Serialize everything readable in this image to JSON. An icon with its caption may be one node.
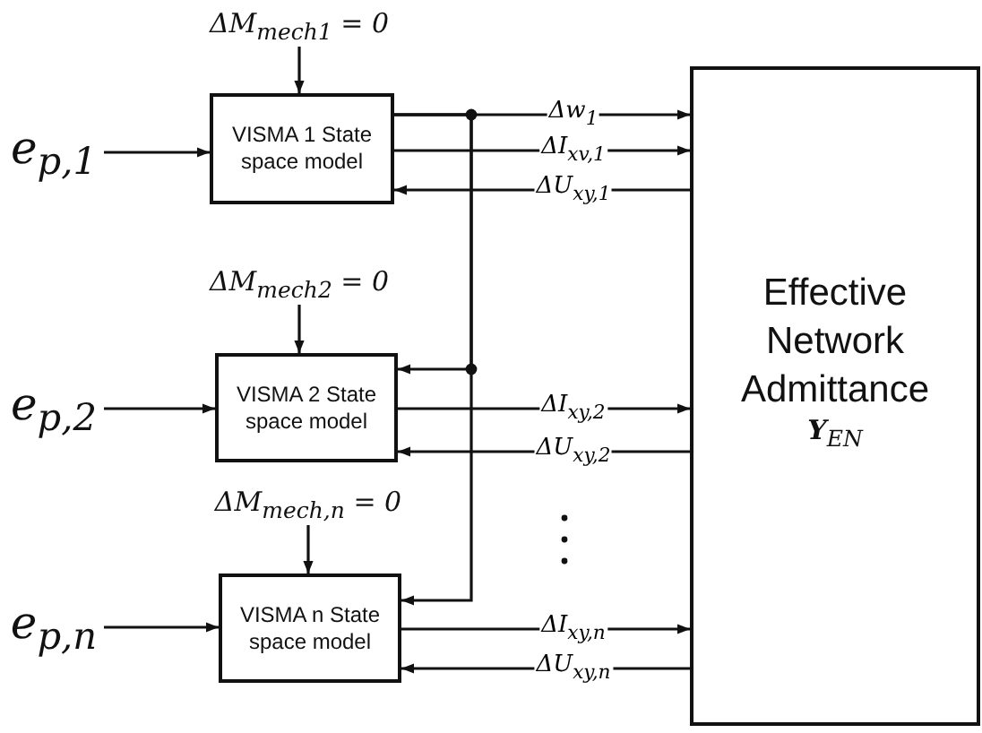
{
  "diagram": {
    "nodes": [
      {
        "text": [
          "ΔM$_{mech1}$ = 0"
        ]
      },
      {
        "text": [
          "e$_{p,1}$"
        ]
      },
      {
        "text": [
          "VISMA 1 State space model"
        ]
      },
      {
        "text": [
          "ΔM$_{mech2}$ = 0"
        ]
      },
      {
        "text": [
          "e$_{p,2}$"
        ]
      },
      {
        "text": [
          "VISMA 2 State space model"
        ]
      },
      {
        "text": [
          "ΔM$_{mech,n}$ = 0"
        ]
      },
      {
        "text": [
          "e$_{p,n}$"
        ]
      },
      {
        "text": [
          "VISMA n State space model"
        ]
      },
      {
        "text": [
          "Effective Network Admittance",
          "**Y**$_{EN}$"
        ]
      }
    ],
    "edges": [
      {
        "from": 0,
        "to": 2,
        "arrow": "to"
      },
      {
        "from": 1,
        "to": 2,
        "arrow": "to"
      },
      {
        "from": 2,
        "to": 9,
        "arrow": "to",
        "label": "Δw$_{1}$"
      },
      {
        "from": 2,
        "to": 9,
        "arrow": "to",
        "label": "ΔI$_{xv,1}$"
      },
      {
        "from": 9,
        "to": 2,
        "arrow": "to",
        "label": "ΔU$_{xy,1}$"
      },
      {
        "from": 2,
        "to": 5,
        "arrow": "to"
      },
      {
        "from": 2,
        "to": 8,
        "arrow": "to"
      },
      {
        "from": 3,
        "to": 5,
        "arrow": "to"
      },
      {
        "from": 4,
        "to": 5,
        "arrow": "to"
      },
      {
        "from": 5,
        "to": 9,
        "arrow": "to",
        "label": "ΔI$_{xy,2}$"
      },
      {
        "from": 9,
        "to": 5,
        "arrow": "to",
        "label": "ΔU$_{xy,2}$"
      },
      {
        "from": 6,
        "to": 8,
        "arrow": "to"
      },
      {
        "from": 7,
        "to": 8,
        "arrow": "to"
      },
      {
        "from": 8,
        "to": 9,
        "arrow": "to",
        "label": "ΔI$_{xy,n}$"
      },
      {
        "from": 9,
        "to": 8,
        "arrow": "to",
        "label": "ΔU$_{xy,n}$"
      }
    ]
  }
}
